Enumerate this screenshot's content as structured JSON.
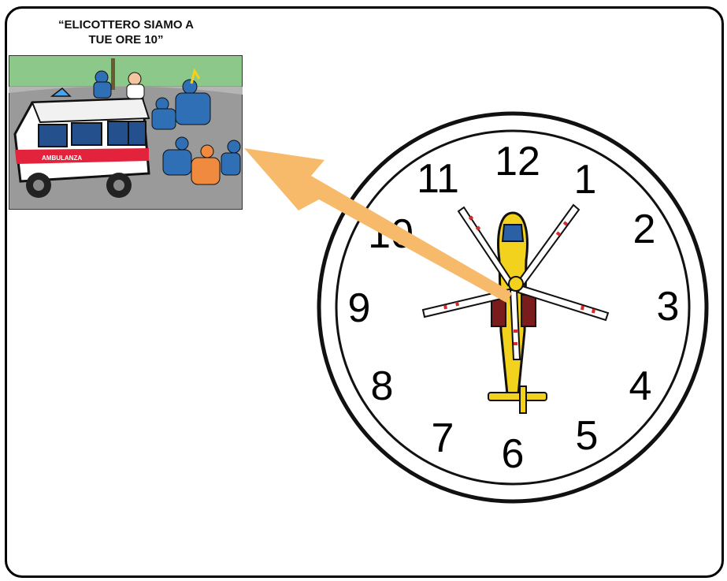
{
  "caption": {
    "line1": "“ELICOTTERO SIAMO A",
    "line2": "TUE ORE 10”"
  },
  "scene": {
    "vehicle_label": "AMBULANZA",
    "icon": "ambulance-rescue-scene-icon"
  },
  "clock": {
    "numerals": [
      "12",
      "1",
      "2",
      "3",
      "4",
      "5",
      "6",
      "7",
      "8",
      "9",
      "10",
      "11"
    ],
    "highlighted_hour": "10",
    "center_icon": "helicopter-icon"
  },
  "colors": {
    "arrow": "#F7BA6A",
    "helicopter": "#F2D21C",
    "scene_grass": "#8CC88A",
    "scene_road": "#9A9A9A",
    "rescuers": "#2F6FB5"
  }
}
